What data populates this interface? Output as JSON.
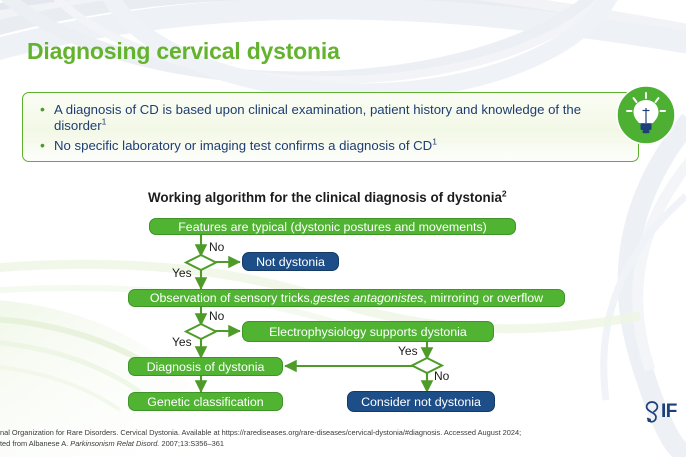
{
  "slide": {
    "title": "Diagnosing cervical dystonia",
    "accent_green": "#63b32e",
    "node_green": "#50b432",
    "node_navy": "#1d4e87",
    "text_navy": "#1f3d73"
  },
  "callout": {
    "bullet_marker": "•",
    "bullets": [
      {
        "text": "A diagnosis of CD is based upon clinical examination, patient history and knowledge of the disorder",
        "ref": "1"
      },
      {
        "text": "No specific laboratory or imaging test confirms a diagnosis of CD",
        "ref": "1"
      }
    ],
    "icon": "lightbulb-icon"
  },
  "flowchart": {
    "title": "Working algorithm for the clinical diagnosis of dystonia",
    "title_ref": "2",
    "nodes": [
      {
        "id": "features-typical",
        "label": "Features are typical (dystonic postures and movements)",
        "style": "green"
      },
      {
        "id": "not-dystonia",
        "label": "Not dystonia",
        "style": "navy"
      },
      {
        "id": "observation-sensory-tricks",
        "label_pre": "Observation of sensory tricks, ",
        "label_italic": "gestes antagonistes",
        "label_post": ", mirroring or overflow",
        "style": "green"
      },
      {
        "id": "electrophysiology-supports-dystonia",
        "label": "Electrophysiology supports dystonia",
        "style": "green"
      },
      {
        "id": "diagnosis-of-dystonia",
        "label": "Diagnosis of dystonia",
        "style": "green"
      },
      {
        "id": "genetic-classification",
        "label": "Genetic classification",
        "style": "green"
      },
      {
        "id": "consider-not-dystonia",
        "label": "Consider not dystonia",
        "style": "navy"
      }
    ],
    "decisions": [
      {
        "id": "decision-1",
        "no_label": "No",
        "yes_label": "Yes"
      },
      {
        "id": "decision-2",
        "no_label": "No",
        "yes_label": "Yes"
      },
      {
        "id": "decision-3",
        "yes_label": "Yes",
        "no_label": "No"
      }
    ],
    "edge_labels": {
      "d1_no": "No",
      "d1_yes": "Yes",
      "d2_no": "No",
      "d2_yes": "Yes",
      "d3_yes": "Yes",
      "d3_no": "No"
    }
  },
  "footnote": {
    "line1": "nal Organization for Rare Disorders. Cervical Dystonia. Available at https://rarediseases.org/rare-diseases/cervical-dystonia/#diagnosis. Accessed August 2024;",
    "line2_pre": "ted from Albanese A. ",
    "line2_italic": "Parkinsonism Relat Disord.",
    "line2_post": " 2007;13:S356–361"
  },
  "logo": {
    "text": "IF",
    "mark": "ipsen-logo-mark"
  }
}
